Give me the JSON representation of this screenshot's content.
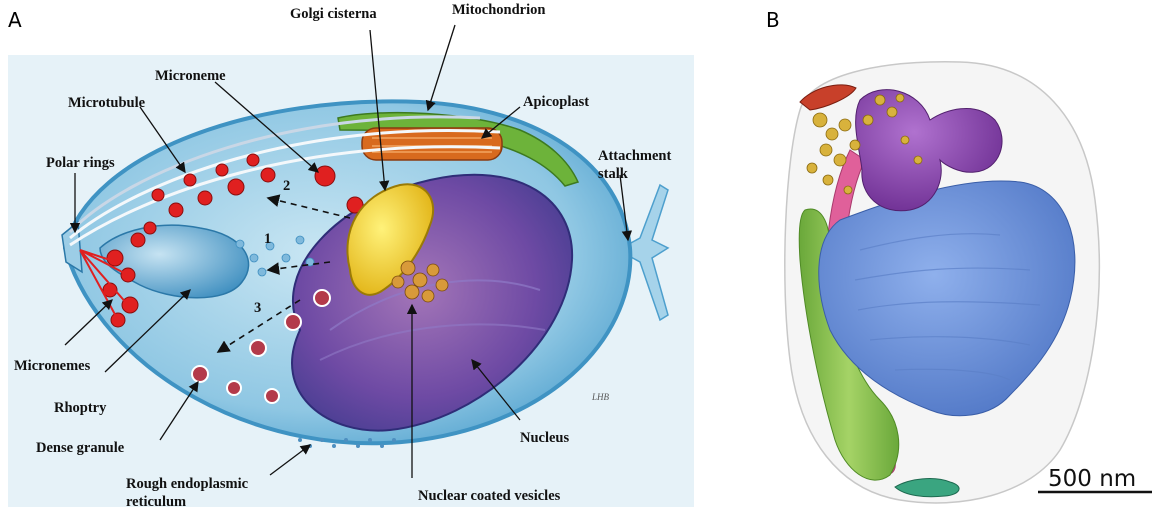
{
  "panel_a": {
    "letter": "A",
    "labels": {
      "golgi": "Golgi cisterna",
      "mitochondrion": "Mitochondrion",
      "microneme": "Microneme",
      "apicoplast": "Apicoplast",
      "microtubule": "Microtubule",
      "polar_rings": "Polar rings",
      "attachment_1": "Attachment",
      "attachment_2": "stalk",
      "num1": "1",
      "num2": "2",
      "num3": "3",
      "micronemes": "Micronemes",
      "rhoptry": "Rhoptry",
      "dense_granule": "Dense granule",
      "nucleus": "Nucleus",
      "rer_1": "Rough endoplasmic",
      "rer_2": "reticulum",
      "nuclear_vesicles": "Nuclear coated vesicles"
    },
    "artist_mark": "LHB"
  },
  "panel_b": {
    "letter": "B",
    "scale_bar": "500 nm"
  },
  "colors": {
    "cell_fill": "#8fc7e3",
    "cell_edge": "#3f93c3",
    "microneme_red": "#e02020",
    "golgi_yellow": "#f2d21c",
    "apicoplast_orange": "#d86a1e",
    "mitochondrion_green": "#6db33a",
    "nucleus_purple": "#5b3f9a",
    "em_nucleus_blue": "#6f93da",
    "em_mito_green": "#8cc152",
    "em_purple": "#8e4bb1",
    "em_gold": "#d8b23c",
    "em_pink": "#e0609a",
    "em_rhoptry_red": "#c8402a",
    "em_teal": "#3aa580"
  }
}
